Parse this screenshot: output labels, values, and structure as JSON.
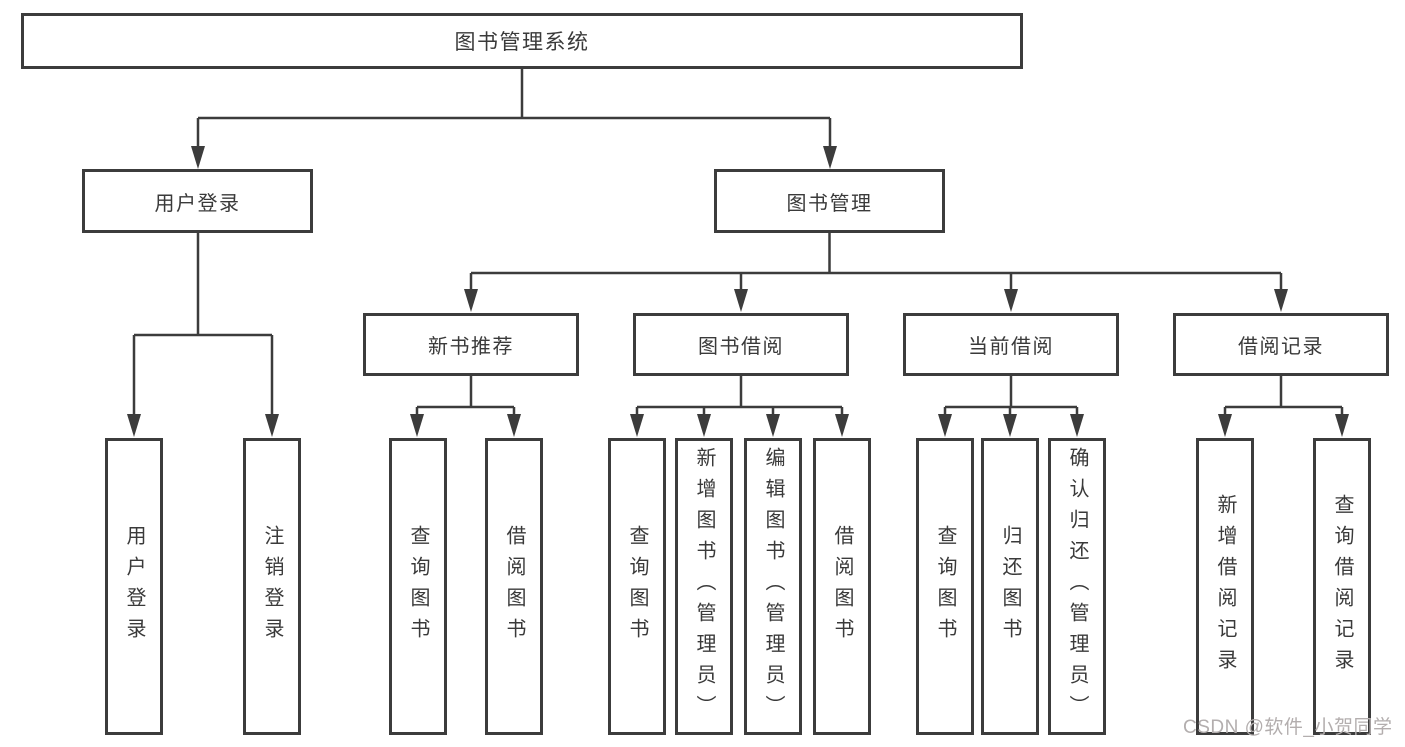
{
  "diagram": {
    "root": {
      "label": "图书管理系统"
    },
    "level2": [
      {
        "label": "用户登录"
      },
      {
        "label": "图书管理"
      }
    ],
    "level3": [
      {
        "label": "新书推荐",
        "parent": "图书管理"
      },
      {
        "label": "图书借阅",
        "parent": "图书管理"
      },
      {
        "label": "当前借阅",
        "parent": "图书管理"
      },
      {
        "label": "借阅记录",
        "parent": "图书管理"
      }
    ],
    "leaves": [
      {
        "label": "用户登录",
        "parent": "用户登录"
      },
      {
        "label": "注销登录",
        "parent": "用户登录"
      },
      {
        "label": "查询图书",
        "parent": "新书推荐"
      },
      {
        "label": "借阅图书",
        "parent": "新书推荐"
      },
      {
        "label": "查询图书",
        "parent": "图书借阅"
      },
      {
        "label": "新增图书（管理员）",
        "parent": "图书借阅"
      },
      {
        "label": "编辑图书（管理员）",
        "parent": "图书借阅"
      },
      {
        "label": "借阅图书",
        "parent": "图书借阅"
      },
      {
        "label": "查询图书",
        "parent": "当前借阅"
      },
      {
        "label": "归还图书",
        "parent": "当前借阅"
      },
      {
        "label": "确认归还（管理员）",
        "parent": "当前借阅"
      },
      {
        "label": "新增借阅记录",
        "parent": "借阅记录"
      },
      {
        "label": "查询借阅记录",
        "parent": "借阅记录"
      }
    ],
    "watermark": "CSDN @软件_小贺同学",
    "colors": {
      "line": "#3c3c3c",
      "box_border": "#3c3c3c",
      "text": "#3a3a3a",
      "watermark": "#b3aeae",
      "background": "#ffffff"
    }
  }
}
